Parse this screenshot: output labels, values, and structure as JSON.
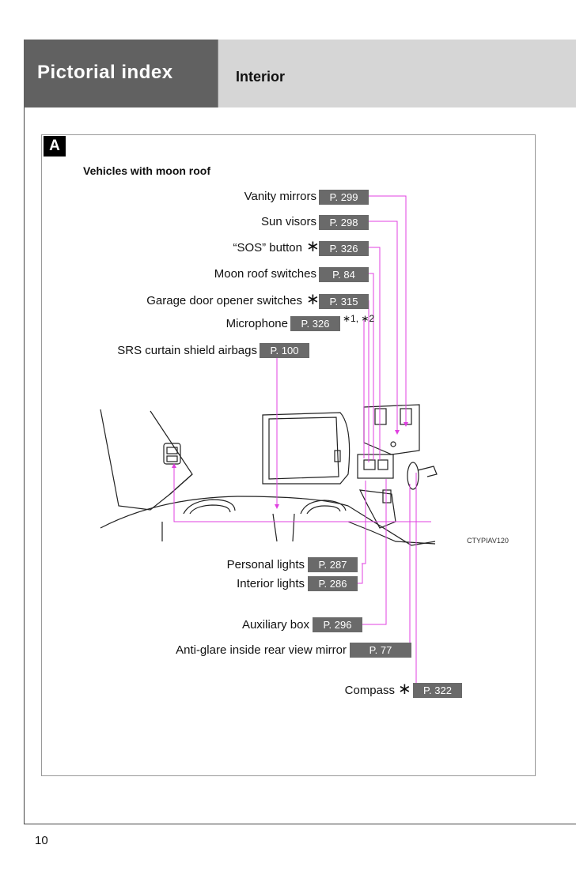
{
  "header": {
    "section": "Pictorial index",
    "subsection": "Interior"
  },
  "section_badge": "A",
  "section_title": "Vehicles with moon roof",
  "top_labels": [
    {
      "text": "Vanity mirrors",
      "page": "P. 299",
      "star": "",
      "note": ""
    },
    {
      "text": "Sun visors",
      "page": "P. 298",
      "star": "",
      "note": ""
    },
    {
      "text": "“SOS” button",
      "page": "P. 326",
      "star": "∗",
      "note": ""
    },
    {
      "text": "Moon roof switches",
      "page": "P. 84",
      "star": "",
      "note": ""
    },
    {
      "text": "Garage door opener switches",
      "page": "P. 315",
      "star": "∗",
      "note": ""
    },
    {
      "text": "Microphone",
      "page": "P. 326",
      "star": "",
      "note": "∗1, ∗2"
    },
    {
      "text": "SRS curtain shield airbags",
      "page": "P. 100",
      "star": "",
      "note": ""
    }
  ],
  "bottom_labels": [
    {
      "text": "Personal lights",
      "page": "P. 287",
      "star": ""
    },
    {
      "text": "Interior lights",
      "page": "P. 286",
      "star": ""
    },
    {
      "text": "Auxiliary box",
      "page": "P. 296",
      "star": ""
    },
    {
      "text": "Anti-glare inside rear view mirror",
      "page": "P. 77",
      "star": ""
    },
    {
      "text": "Compass",
      "page": "P. 322",
      "star": "∗"
    }
  ],
  "figure_code": "CTYPIAV120",
  "page_number": "10",
  "colors": {
    "leader": "#e040e0",
    "ref_bg": "#6a6a6a",
    "header_dark": "#616161",
    "header_light": "#d6d6d6"
  }
}
